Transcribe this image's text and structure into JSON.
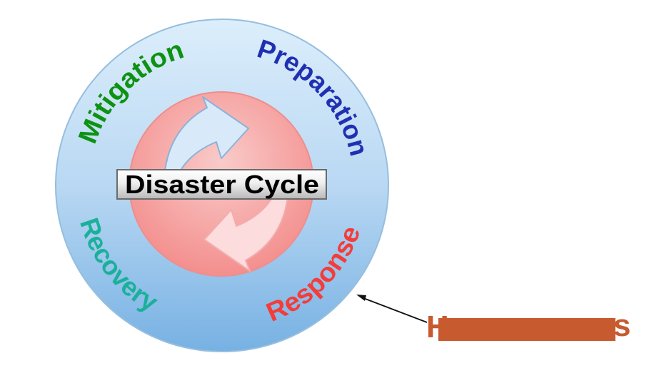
{
  "diagram": {
    "center_label": "Disaster Cycle",
    "stages": [
      {
        "label": "Mitigation",
        "color": "#0d9212"
      },
      {
        "label": "Preparation",
        "color": "#2030b2"
      },
      {
        "label": "Response",
        "color": "#f43c3a"
      },
      {
        "label": "Recovery",
        "color": "#1bb09a"
      }
    ],
    "colors": {
      "outer_circle_top": "#dceefb",
      "outer_circle_bottom": "#77b1e3",
      "inner_circle_light": "#f9cbc9",
      "inner_circle_dark": "#f28281",
      "forward_arrow_fill": "#d8eafa",
      "back_arrow_fill": "#fcdcdc",
      "title_bar_border": "#6b6b6b",
      "pointer_arrow": "#111111"
    },
    "annotation": {
      "visible_prefix": "H",
      "visible_suffix": "s",
      "color": "#c75b2f"
    }
  }
}
